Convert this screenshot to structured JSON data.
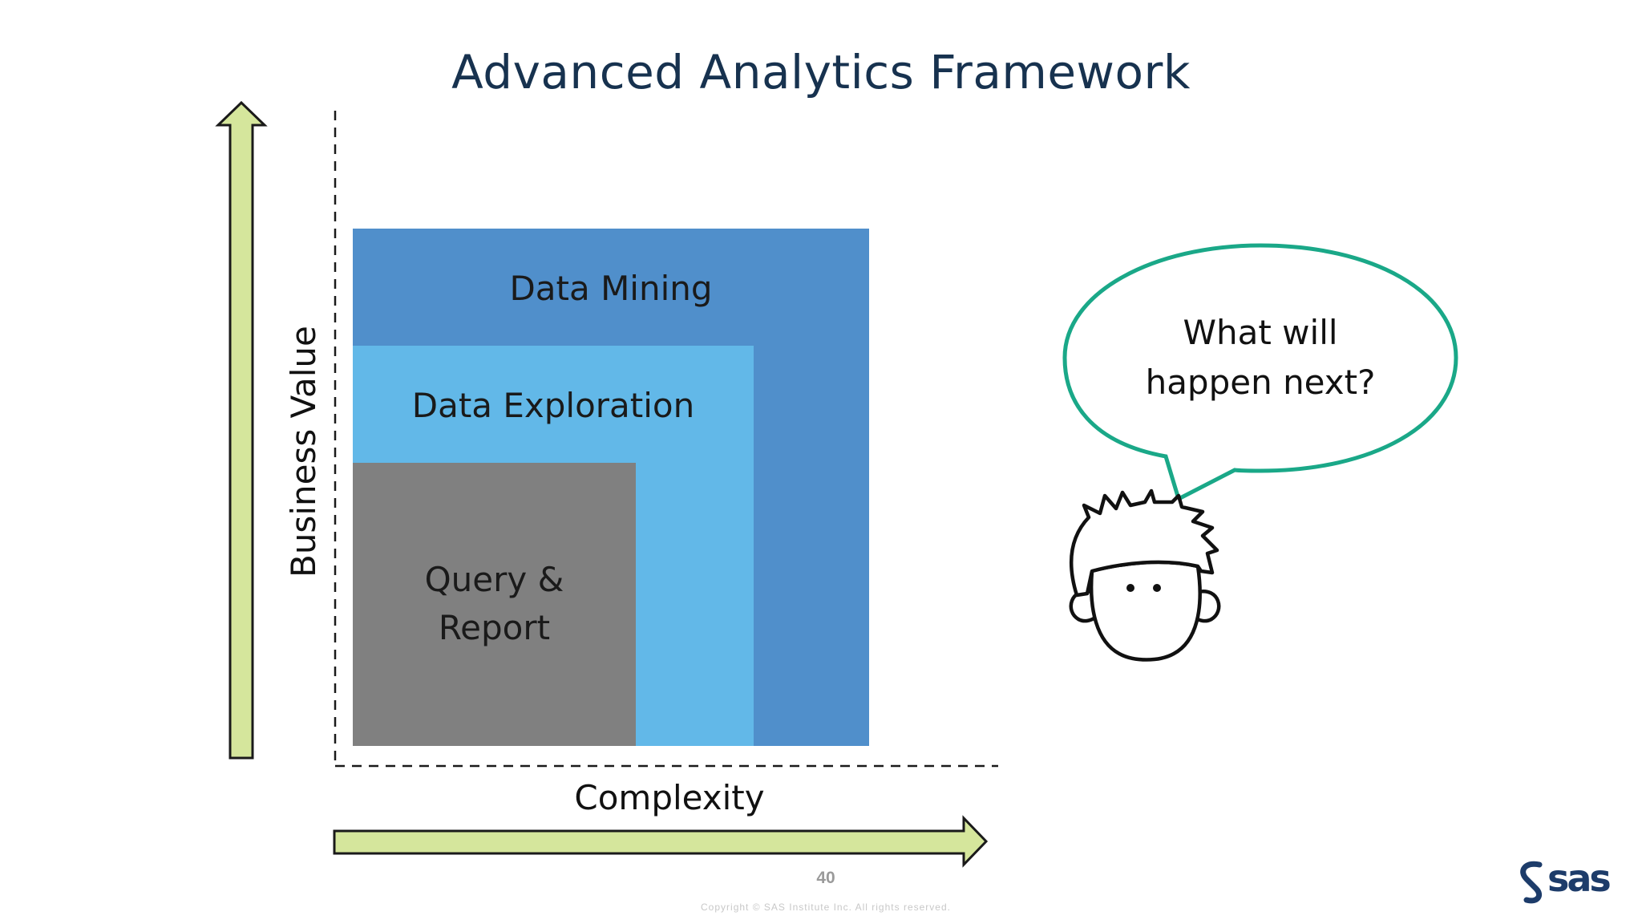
{
  "title": "Advanced Analytics Framework",
  "boxes": {
    "data_mining": "Data Mining",
    "data_exploration": "Data Exploration",
    "query_report_line1": "Query &",
    "query_report_line2": "Report"
  },
  "axes": {
    "y_label": "Business Value",
    "x_label": "Complexity"
  },
  "speech_bubble": {
    "line1": "What will",
    "line2": "happen next?"
  },
  "footer": {
    "page_number": "40",
    "copyright": "Copyright © SAS Institute Inc. All rights reserved.",
    "logo_text": "sas"
  },
  "colors": {
    "data_mining": "#508fcb",
    "data_exploration": "#62b8e8",
    "query_report": "#808080",
    "arrow_fill": "#d5e69c",
    "bubble_stroke": "#1aa888",
    "title": "#17324f",
    "logo": "#1d3c6a"
  },
  "icons": [
    "thinking-person-icon",
    "sas-logo-icon",
    "up-arrow-icon",
    "right-arrow-icon"
  ]
}
